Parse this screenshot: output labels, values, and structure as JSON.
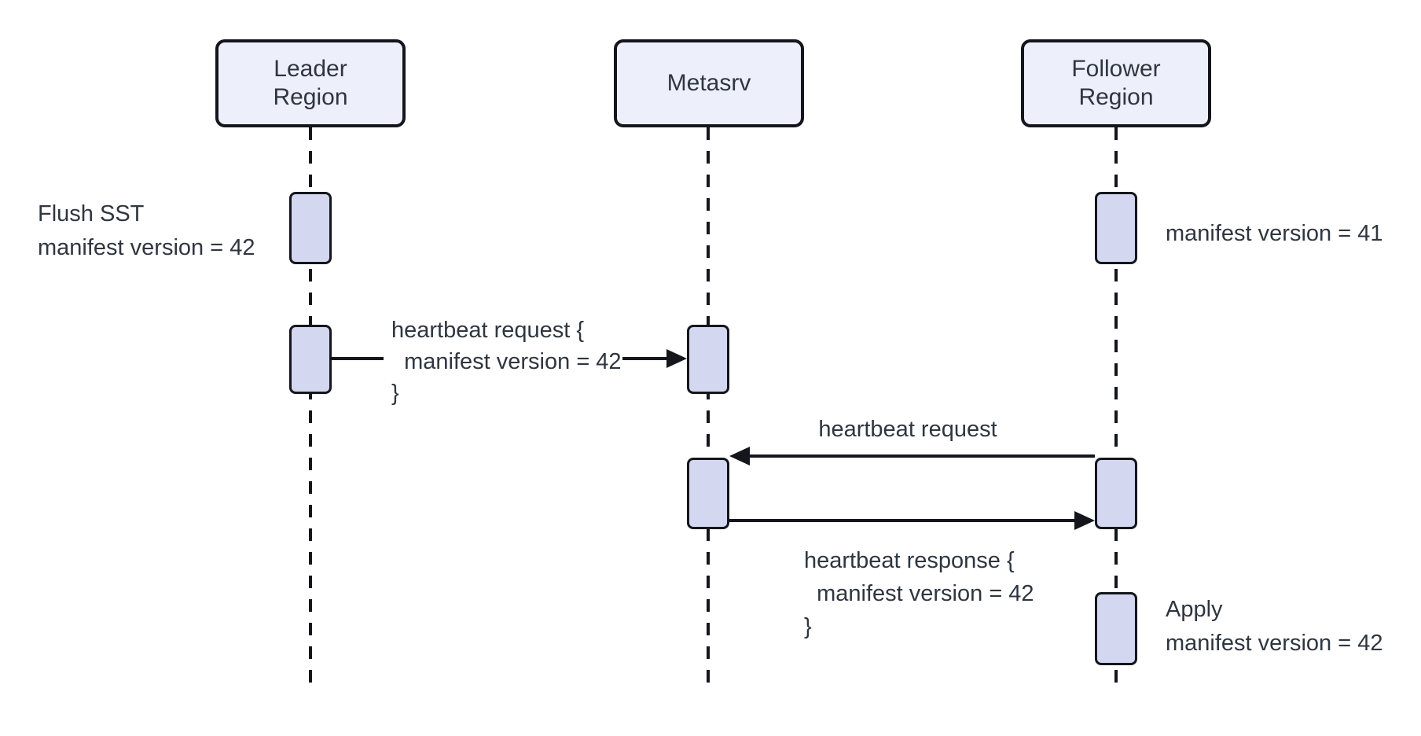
{
  "diagram": {
    "type": "sequence",
    "participants": [
      {
        "id": "leader",
        "label": "Leader\nRegion"
      },
      {
        "id": "metasrv",
        "label": "Metasrv"
      },
      {
        "id": "follower",
        "label": "Follower\nRegion"
      }
    ],
    "annotations": [
      {
        "attached_to": "leader",
        "side": "left",
        "text": "Flush SST\nmanifest version = 42"
      },
      {
        "attached_to": "follower",
        "side": "right",
        "text": "manifest version = 41"
      },
      {
        "attached_to": "follower",
        "side": "right",
        "text": "Apply\nmanifest version = 42"
      }
    ],
    "messages": [
      {
        "from": "leader",
        "to": "metasrv",
        "text": "heartbeat request {\n  manifest version = 42\n}"
      },
      {
        "from": "follower",
        "to": "metasrv",
        "text": "heartbeat request"
      },
      {
        "from": "metasrv",
        "to": "follower",
        "text": "heartbeat response {\n  manifest version = 42\n}"
      }
    ]
  },
  "colors": {
    "background": "#ffffff",
    "participant_fill": "#edf0fb",
    "activation_fill": "#d3d7f0",
    "stroke": "#14161c",
    "text": "#2f3640"
  }
}
